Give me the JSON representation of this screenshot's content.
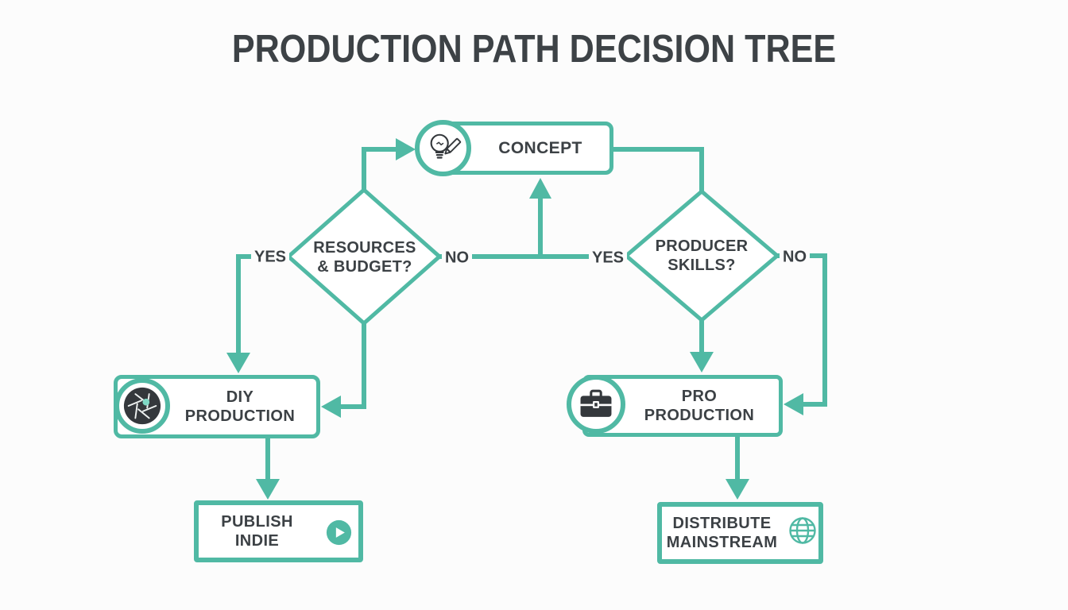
{
  "title": "PRODUCTION PATH DECISION TREE",
  "colors": {
    "accent_teal": "#50b9a4",
    "text_dark": "#3c4145",
    "node_fill": "#ffffff",
    "icon_dark": "#34383c",
    "mint_dot": "#7fd9c6",
    "background": "#fcfcfc"
  },
  "nodes": {
    "concept": {
      "label": "CONCEPT",
      "icon": "lightbulb-pencil-icon"
    },
    "resources_budget": {
      "label": "RESOURCES\n& BUDGET?",
      "type": "decision"
    },
    "producer_skills": {
      "label": "PRODUCER\nSKILLS?",
      "type": "decision"
    },
    "diy_production": {
      "label": "DIY\nPRODUCTION",
      "icon": "camera-aperture-icon"
    },
    "pro_production": {
      "label": "PRO\nPRODUCTION",
      "icon": "briefcase-icon"
    },
    "publish_indie": {
      "label": "PUBLISH\nINDIE",
      "icon": "play-icon"
    },
    "distribute_mainstream": {
      "label": "DISTRIBUTE\nMAINSTREAM",
      "icon": "globe-icon"
    }
  },
  "edge_labels": {
    "resources_yes": "YES",
    "resources_no": "NO",
    "skills_yes": "YES",
    "skills_no": "NO"
  }
}
